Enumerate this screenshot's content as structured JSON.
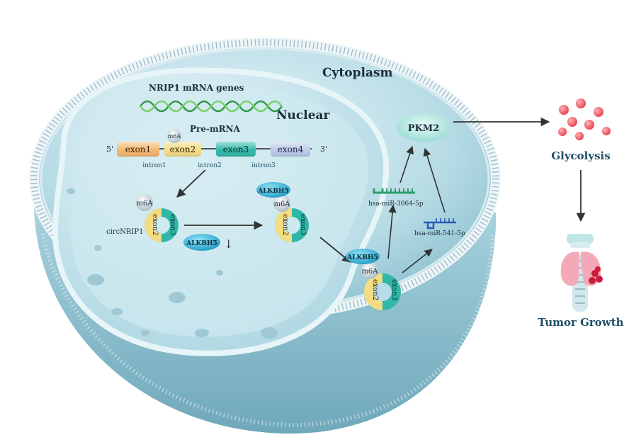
{
  "labels": {
    "cytoplasm": "Cytoplasm",
    "nuclear": "Nuclear",
    "genes": "NRIP1 mRNA genes",
    "pre_mrna": "Pre-mRNA",
    "five_prime": "5'",
    "three_prime": "3'",
    "circ": "circNRIP1",
    "pkm2": "PKM2",
    "glycolysis": "Glycolysis",
    "tumor_growth": "Tumor Growth",
    "mir_3064": "hsa-miR-3064-5p",
    "mir_541": "hsa-miR-541-5p"
  },
  "pre_mrna": {
    "exons": [
      "exon1",
      "exon2",
      "exon3",
      "exon4"
    ],
    "introns": [
      "intron1",
      "intron2",
      "intron3"
    ],
    "mark": "m6A"
  },
  "circ_rna": {
    "exons": [
      "exon2",
      "exon3"
    ],
    "mark": "m6A",
    "eraser": "ALKBH5",
    "down_arrow": "↓"
  },
  "colors": {
    "cell_body": "#b9dde6",
    "membrane": "#e9f3f6",
    "nucleus": "#c8e7ef",
    "exon1": "#f4b56d",
    "exon2": "#f4dc83",
    "exon3": "#2fb7a8",
    "exon4": "#b9c9ea",
    "alkbh5": "#34b1d8",
    "mirna": "#2e9c6c",
    "mirna2": "#2a58b8",
    "glycolysis_dot": "#f0636e",
    "text_dark": "#1c2d3a",
    "title_blue": "#1f4f66"
  }
}
